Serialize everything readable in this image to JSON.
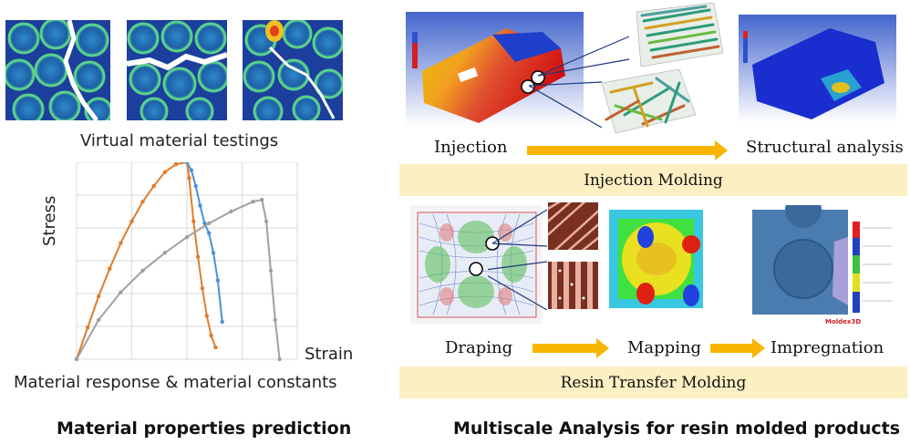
{
  "left": {
    "testing_caption": "Virtual material testings",
    "response_caption": "Material response & material constants",
    "section_title": "Material properties prediction"
  },
  "right": {
    "injection_label": "Injection",
    "structural_label": "Structural analysis",
    "injection_band": "Injection Molding",
    "draping_label": "Draping",
    "mapping_label": "Mapping",
    "impregnation_label": "Impregnation",
    "rtm_band": "Resin Transfer Molding",
    "section_title": "Multiscale Analysis for resin molded products",
    "moldex_logo": "Moldex3D"
  },
  "colors": {
    "band": "#fcefc2",
    "arrow": "#f7b500",
    "orange_series": "#e07b2a",
    "blue_series": "#4a90d9",
    "gray_series": "#a0a0a0"
  },
  "chart_data": {
    "type": "line",
    "xlabel": "Strain",
    "ylabel": "Stress",
    "grid": true,
    "xlim": [
      0,
      10
    ],
    "ylim": [
      0,
      10
    ],
    "series": [
      {
        "color": "#e07b2a",
        "x": [
          0,
          0.5,
          1,
          1.5,
          2,
          2.5,
          3,
          3.5,
          4,
          4.5,
          5,
          5.1,
          5.3,
          5.5,
          5.7,
          5.9,
          6.1,
          6.3
        ],
        "y": [
          0,
          1.6,
          3.2,
          4.6,
          5.9,
          7.0,
          8.0,
          8.8,
          9.5,
          9.9,
          10,
          9.2,
          7.0,
          5.2,
          3.6,
          2.2,
          1.2,
          0.6
        ]
      },
      {
        "color": "#4a90d9",
        "x": [
          5.0,
          5.2,
          5.4,
          5.6,
          5.8,
          6.0,
          6.2,
          6.4,
          6.6
        ],
        "y": [
          10,
          9.6,
          8.8,
          7.8,
          6.9,
          6.4,
          5.4,
          4.0,
          1.9
        ]
      },
      {
        "color": "#a0a0a0",
        "x": [
          0,
          1,
          2,
          3,
          4,
          5,
          6,
          7,
          8,
          8.4,
          8.6,
          8.8,
          9.0,
          9.2
        ],
        "y": [
          0,
          2.0,
          3.4,
          4.5,
          5.4,
          6.2,
          6.9,
          7.5,
          8.0,
          8.1,
          7.0,
          4.5,
          2.0,
          0
        ]
      }
    ]
  }
}
